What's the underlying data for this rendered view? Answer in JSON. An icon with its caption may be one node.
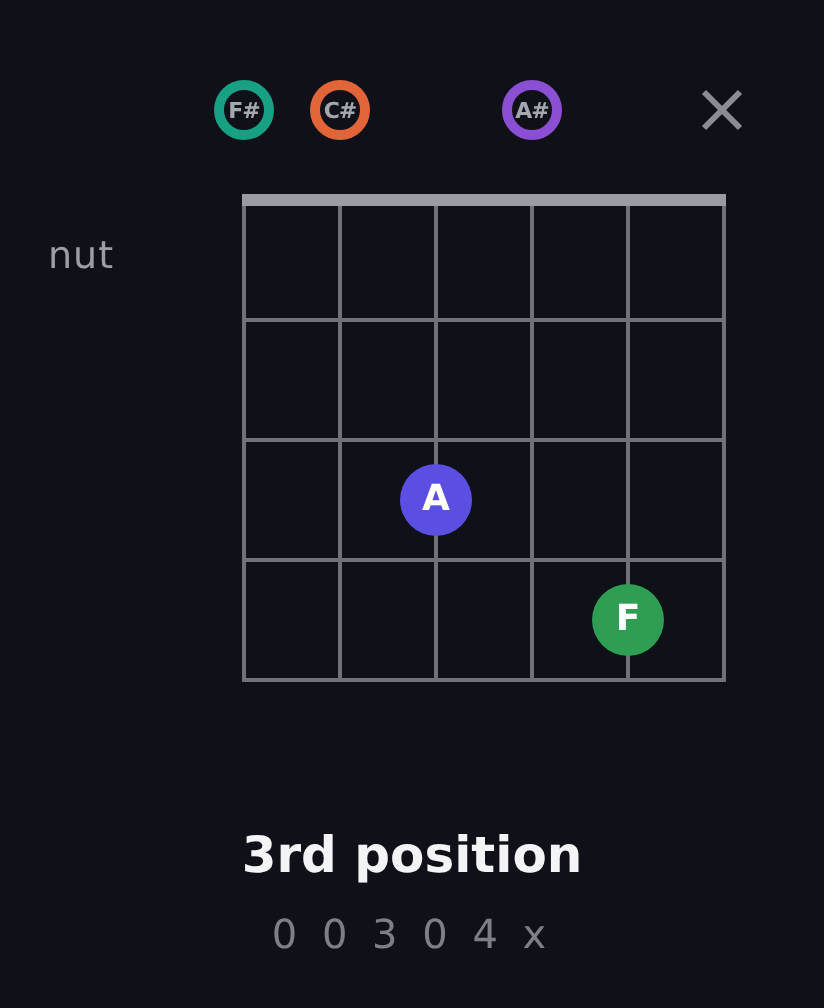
{
  "diagram": {
    "title": "3rd position",
    "nodes": [
      {
        "text": [
          "F#"
        ]
      },
      {
        "text": [
          "C#"
        ]
      },
      {
        "text": [
          "A#"
        ]
      },
      {
        "text": [
          "A"
        ]
      },
      {
        "text": [
          "F"
        ]
      }
    ],
    "labels": [
      "nut",
      "0 0 3 0 4 x"
    ]
  }
}
